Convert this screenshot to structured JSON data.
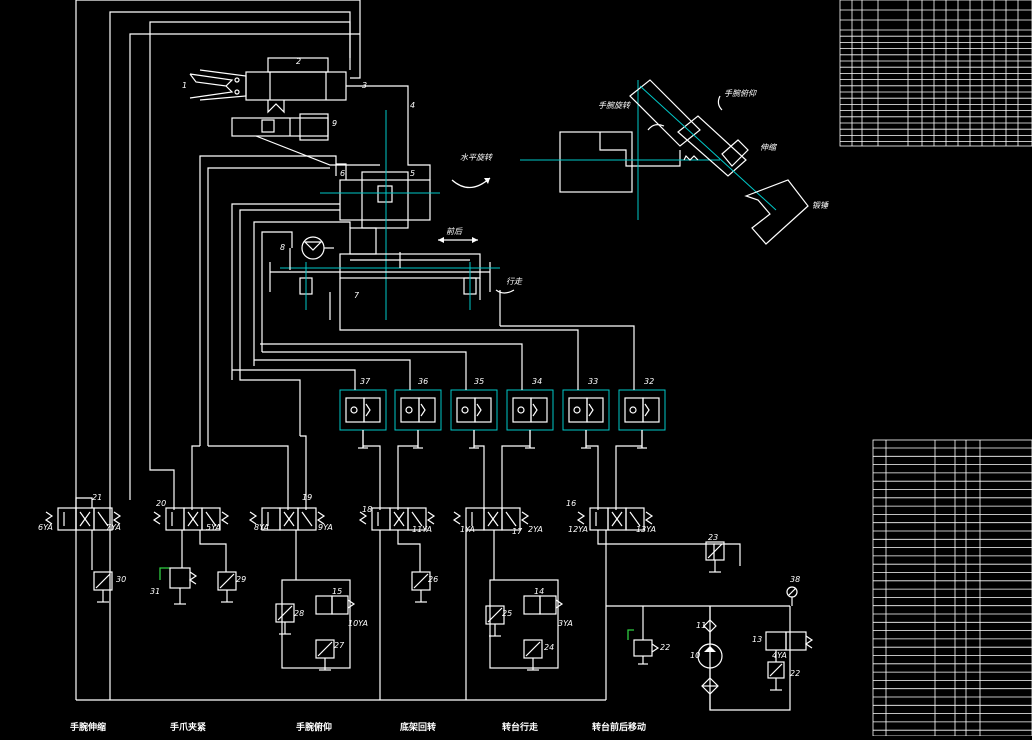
{
  "drawing": {
    "background": "#000000",
    "line_color": "#ffffff",
    "accent_color": "#00c8c8",
    "green_color": "#2ecc40"
  },
  "callouts": {
    "n1": "1",
    "n2": "2",
    "n3": "3",
    "n4": "4",
    "n5": "5",
    "n6": "6",
    "n7": "7",
    "n8": "8",
    "n9": "9",
    "n10": "10",
    "n11": "11",
    "n13": "13",
    "n14": "14",
    "n15": "15",
    "n16": "16",
    "n17": "17",
    "n18": "18",
    "n19": "19",
    "n20": "20",
    "n21": "21",
    "n22a": "22",
    "n22b": "22",
    "n23": "23",
    "n24": "24",
    "n25": "25",
    "n26": "26",
    "n27": "27",
    "n28": "28",
    "n29": "29",
    "n30": "30",
    "n31": "31",
    "n32": "32",
    "n33": "33",
    "n34": "34",
    "n35": "35",
    "n36": "36",
    "n37": "37",
    "n38": "38"
  },
  "solenoids": {
    "s6ya": "6YA",
    "s7ya": "7YA",
    "s5ya": "5YA",
    "s8ya": "8YA",
    "s9ya": "9YA",
    "s11ya": "11YA",
    "s1ya": "1YA",
    "s2ya": "2YA",
    "s12ya": "12YA",
    "s13ya": "13YA",
    "s10ya": "10YA",
    "s3ya": "3YA",
    "s4ya": "4YA"
  },
  "annotations": {
    "horizontal_rotate": "水平旋转",
    "front_back": "前后",
    "travel": "行走",
    "wrist_rotate": "手腕旋转",
    "telescope": "伸缩",
    "wrist_pitch": "手腕俯仰",
    "hammer": "锻锤"
  },
  "bottom_labels": [
    "手腕伸缩",
    "手爪夹紧",
    "手腕俯仰",
    "底架回转",
    "转台行走",
    "转台前后移动"
  ]
}
